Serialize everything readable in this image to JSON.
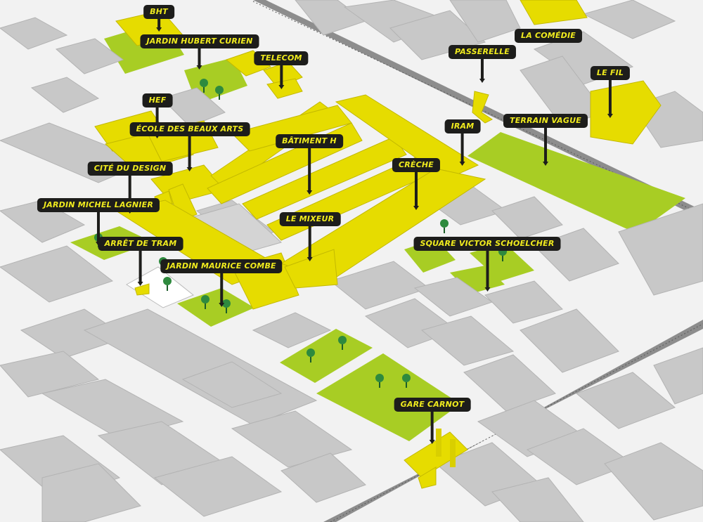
{
  "colors": {
    "yellow": "#e6dc00",
    "green": "#a8cd24",
    "grey": "#c8c8c8",
    "tree": "#2e8a3e",
    "label_bg": "#1d1d1b",
    "label_text": "#f0eb1e"
  },
  "labels": {
    "bht": "BHT",
    "jardin_hubert_curien": "JARDIN HUBERT CURIEN",
    "telecom": "TELECOM",
    "hef": "HEF",
    "ecole_beaux_arts": "ÉCOLE DES BEAUX ARTS",
    "batiment_h": "BÂTIMENT H",
    "cite_design": "CITÉ DU DESIGN",
    "jardin_michel_lagnier": "JARDIN MICHEL LAGNIER",
    "le_mixeur": "LE MIXEUR",
    "creche": "CRÈCHE",
    "iram": "IRAM",
    "terrain_vague": "TERRAIN VAGUE",
    "arret_tram": "ARRÊT DE TRAM",
    "jardin_maurice_combe": "JARDIN MAURICE COMBE",
    "square_victor_schoelcher": "SQUARE VICTOR SCHOELCHER",
    "passerelle": "PASSERELLE",
    "la_comedie": "LA COMÉDIE",
    "le_fil": "LE FIL",
    "gare_carnot": "GARE CARNOT"
  }
}
